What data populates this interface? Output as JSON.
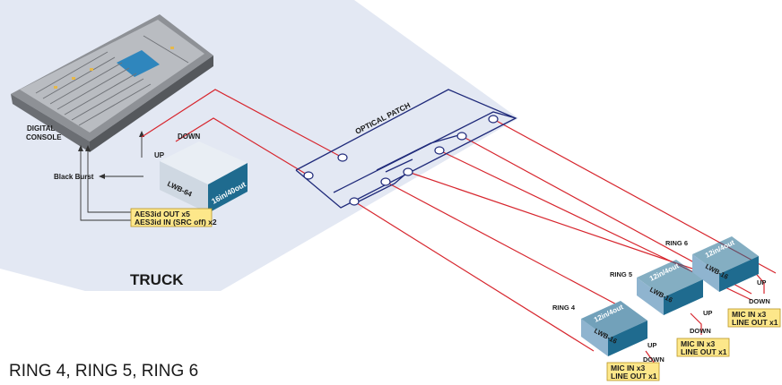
{
  "console": {
    "label_line1": "DIGITAL",
    "label_line2": "CONSOLE"
  },
  "truck": {
    "label": "TRUCK"
  },
  "optical_patch": {
    "label": "OPTICAL PATCH"
  },
  "main_unit": {
    "model": "LWB-64",
    "io": "16in/40out",
    "up_label": "UP",
    "down_label": "DOWN",
    "black_burst_label": "Black Burst",
    "notes": [
      "AES3id OUT x5",
      "AES3id IN (SRC off) x2"
    ]
  },
  "rings": [
    {
      "name": "RING 4",
      "model": "LWB-16",
      "io": "12in/4out",
      "up_label": "UP",
      "down_label": "DOWN",
      "notes": [
        "MIC IN x3",
        "LINE OUT x1"
      ]
    },
    {
      "name": "RING 5",
      "model": "LWB-16",
      "io": "12in/4out",
      "up_label": "UP",
      "down_label": "DOWN",
      "notes": [
        "MIC IN x3",
        "LINE OUT x1"
      ]
    },
    {
      "name": "RING 6",
      "model": "LWB-16",
      "io": "12in/4out",
      "up_label": "UP",
      "down_label": "DOWN",
      "notes": [
        "MIC IN x3",
        "LINE OUT x1"
      ]
    }
  ],
  "caption": "RING 4, RING 5, RING 6",
  "colors": {
    "truck_bg": "#e3e8f3",
    "fiber": "#d7262e",
    "patch": "#1f2a7a",
    "unit_label": "#1f6b8f",
    "note_bg": "#fde78a"
  }
}
